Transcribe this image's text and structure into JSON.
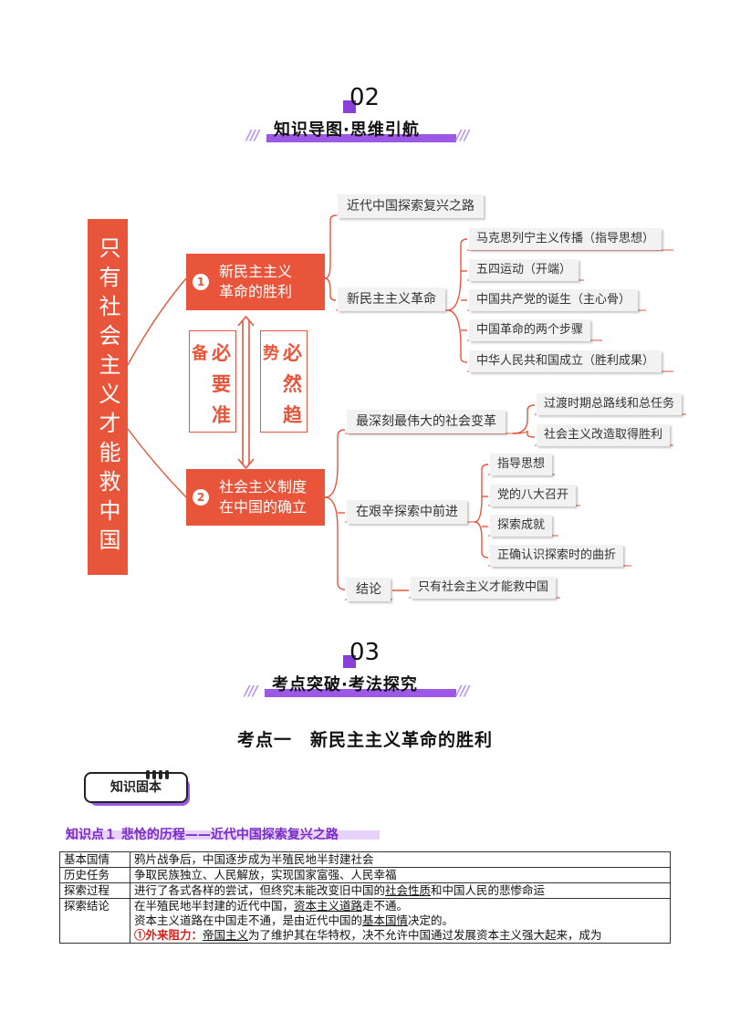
{
  "section2": {
    "number": "02",
    "title": "知识导图·思维引航",
    "slash_left": "///",
    "slash_right": "///"
  },
  "mindmap": {
    "root": "只有社会主义才能救中国",
    "branch1": {
      "num": "1",
      "line1": "新民主主义",
      "line2": "革命的胜利"
    },
    "branch2": {
      "num": "2",
      "line1": "社会主义制度",
      "line2": "在中国的确立"
    },
    "side_left": {
      "a": "备",
      "b": "必",
      "c": "要",
      "d": "准"
    },
    "side_right": {
      "a": "势",
      "b": "必",
      "c": "然",
      "d": "趋"
    },
    "b1_child1": "近代中国探索复兴之路",
    "b1_child2": "新民主主义革命",
    "b1_leaves": [
      "马克思列宁主义传播（指导思想）",
      "五四运动（开端）",
      "中国共产党的诞生（主心骨）",
      "中国革命的两个步骤",
      "中华人民共和国成立（胜利成果）"
    ],
    "b2_child1": "最深刻最伟大的社会变革",
    "b2_child1_leaves": [
      "过渡时期总路线和总任务",
      "社会主义改造取得胜利"
    ],
    "b2_child2": "在艰辛探索中前进",
    "b2_child2_leaves": [
      "指导思想",
      "党的八大召开",
      "探索成就",
      "正确认识探索时的曲折"
    ],
    "b2_child3": "结论",
    "b2_child3_leaf": "只有社会主义才能救中国"
  },
  "section3": {
    "number": "03",
    "title": "考点突破·考法探究",
    "slash_left": "///",
    "slash_right": "///"
  },
  "kaodian_title": "考点一　新民主主义革命的胜利",
  "badge": "知识固本",
  "knowledge_point": "知识点１ 悲怆的历程——近代中国探索复兴之路",
  "table": {
    "rows": [
      {
        "key": "基本国情",
        "text": "鸦片战争后，中国逐步成为半殖民地半封建社会"
      },
      {
        "key": "历史任务",
        "text": "争取民族独立、人民解放，实现国家富强、人民幸福"
      },
      {
        "key": "探索过程",
        "pre": "进行了各式各样的尝试，但终究未能改变旧中国的",
        "u1": "社会性质",
        "mid": "和中国人民的悲惨命运"
      },
      {
        "key": "探索结论",
        "l1_pre": "在半殖民地半封建的近代中国，",
        "l1_u": "资本主义道路",
        "l1_post": "走不通。",
        "l2_pre": "资本主义道路在中国走不通，是由近代中国的",
        "l2_u": "基本国情",
        "l2_post": "决定的。",
        "l3_red": "①外来阻力：",
        "l3_u": "帝国主义",
        "l3_post": "为了维护其在华特权，决不允许中国通过发展资本主义强大起来，成为"
      }
    ]
  },
  "colors": {
    "accent": "#e8553a",
    "purple": "#9b59e6"
  }
}
